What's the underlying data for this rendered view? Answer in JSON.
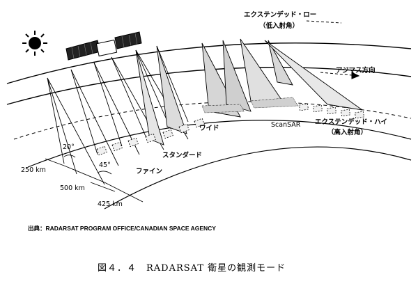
{
  "labels": {
    "extended_low": "エクステンデッド・ロー",
    "extended_low_sub": "（低入射角）",
    "azimuth": "アジマス方向",
    "scansar": "ScanSAR",
    "extended_high": "エクステンデッド・ハイ",
    "extended_high_sub": "（高入射角）",
    "wide": "ワイド",
    "standard": "スタンダード",
    "fine": "ファイン",
    "angle_20": "20°",
    "angle_45": "45°",
    "dist_250": "250 km",
    "dist_500": "500 km",
    "dist_425": "425 km"
  },
  "source": "出典：RADARSAT PROGRAM OFFICE/CANADIAN SPACE AGENCY",
  "caption": "図４．４　RADARSAT 衛星の観測モード",
  "icons": [
    "sun-icon",
    "satellite-icon"
  ]
}
